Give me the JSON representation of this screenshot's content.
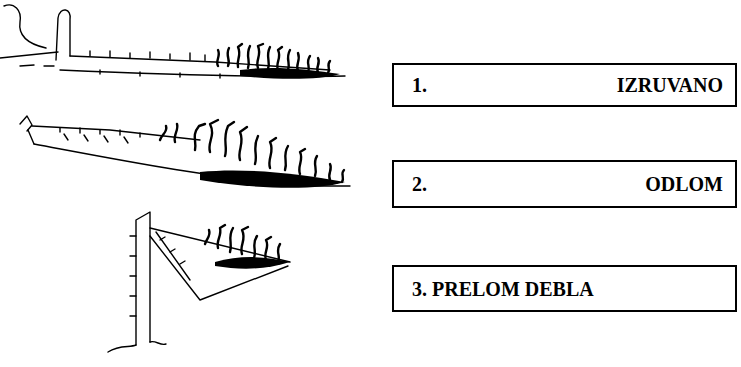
{
  "diagram": {
    "nodes": [
      {
        "text": [
          "1. IZRUVANO"
        ]
      },
      {
        "text": [
          "2. ODLOM"
        ]
      },
      {
        "text": [
          "3. PRELOM DEBLA"
        ]
      }
    ]
  }
}
